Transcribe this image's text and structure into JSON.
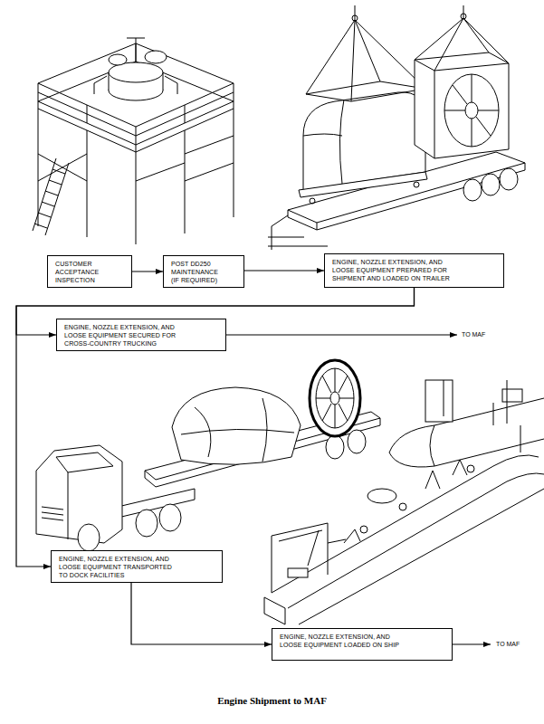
{
  "diagram": {
    "caption": "Engine Shipment to MAF",
    "nodes": [
      {
        "text": [
          "CUSTOMER ACCEPTANCE INSPECTION"
        ]
      },
      {
        "text": [
          "POST DD250 MAINTENANCE (IF REQUIRED)"
        ]
      },
      {
        "text": [
          "ENGINE, NOZZLE EXTENSION, AND LOOSE EQUIPMENT PREPARED FOR SHIPMENT AND LOADED ON TRAILER"
        ]
      },
      {
        "text": [
          "ENGINE, NOZZLE EXTENSION, AND LOOSE EQUIPMENT SECURED FOR CROSS-COUNTRY TRUCKING"
        ]
      },
      {
        "text": [
          "ENGINE, NOZZLE EXTENSION, AND LOOSE EQUIPMENT TRANSPORTED TO DOCK FACILITIES"
        ]
      },
      {
        "text": [
          "ENGINE, NOZZLE EXTENSION, AND LOOSE EQUIPMENT LOADED ON SHIP"
        ]
      }
    ],
    "edges": [
      {
        "from": 0,
        "to": 1,
        "arrow": "to"
      },
      {
        "from": 1,
        "to": 2,
        "arrow": "to"
      },
      {
        "from": 2,
        "to": 3,
        "arrow": "to"
      },
      {
        "from": 2,
        "to": 4,
        "arrow": "to"
      },
      {
        "from": 4,
        "to": 5,
        "arrow": "to"
      }
    ],
    "labels": [
      "TO MAF",
      "TO MAF"
    ]
  }
}
